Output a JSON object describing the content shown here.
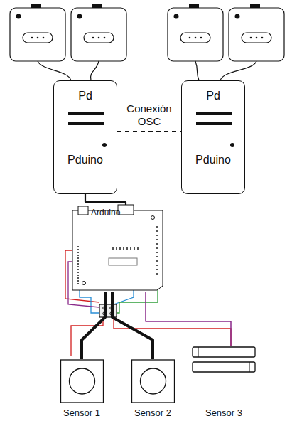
{
  "diagram": {
    "nodes": [
      {
        "text": [
          "Pd",
          "Pduino"
        ]
      },
      {
        "text": [
          "Pd",
          "Pduino"
        ]
      },
      {
        "text": [
          "Arduino"
        ]
      },
      {
        "text": [
          "Sensor 1"
        ]
      },
      {
        "text": [
          "Sensor 2"
        ]
      },
      {
        "text": [
          "Sensor 3"
        ]
      }
    ],
    "edges": [
      {
        "from": 0,
        "to": 1,
        "arrow": "none",
        "label": "Conexión OSC"
      },
      {
        "from": 0,
        "to": 2,
        "arrow": "none"
      },
      {
        "from": 2,
        "to": 3,
        "arrow": "none"
      },
      {
        "from": 2,
        "to": 4,
        "arrow": "none"
      },
      {
        "from": 2,
        "to": 5,
        "arrow": "none"
      }
    ]
  }
}
